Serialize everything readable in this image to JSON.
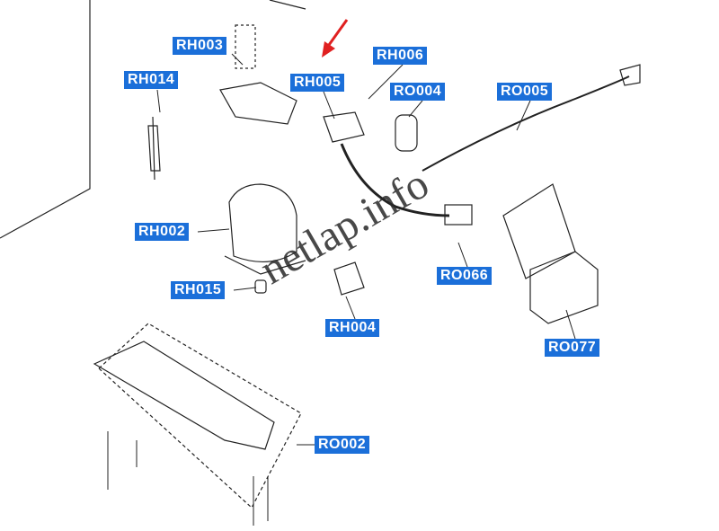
{
  "parts": {
    "rh003": "RH003",
    "rh014": "RH014",
    "rh005": "RH005",
    "rh006": "RH006",
    "ro004": "RO004",
    "ro005": "RO005",
    "rh002": "RH002",
    "rh015": "RH015",
    "rh004": "RH004",
    "ro066": "RO066",
    "ro077": "RO077",
    "ro002": "RO002"
  },
  "watermark": "netlap.info",
  "colors": {
    "label_bg": "#1b6fd9",
    "arrow": "#e02020"
  }
}
